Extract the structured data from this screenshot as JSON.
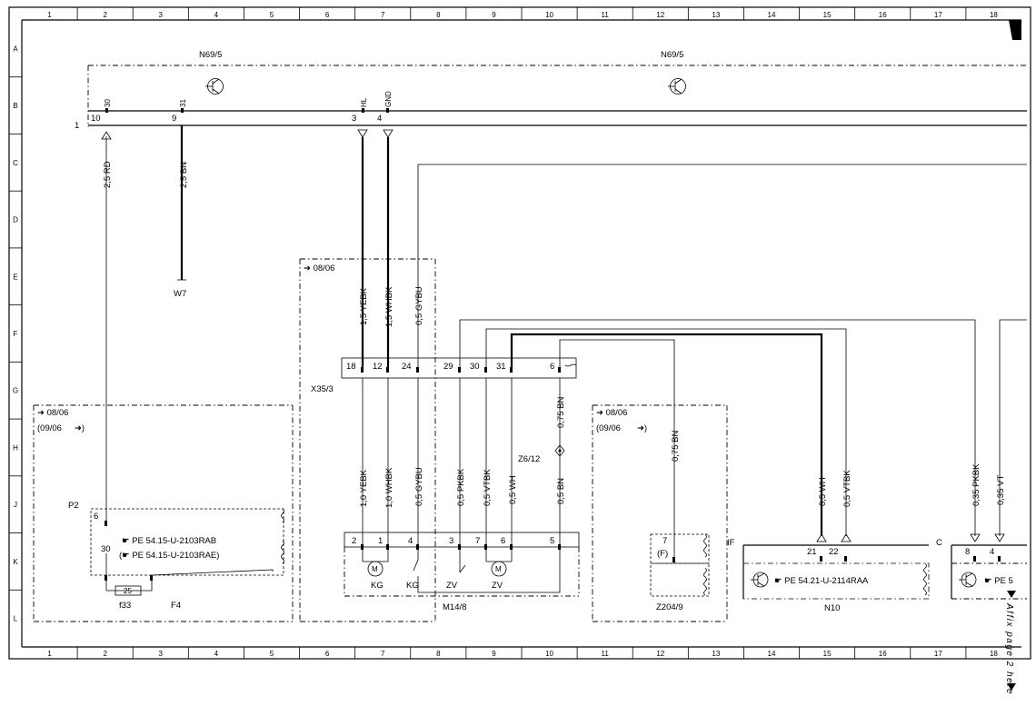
{
  "grid": {
    "columns": [
      "1",
      "2",
      "3",
      "4",
      "5",
      "6",
      "7",
      "8",
      "9",
      "10",
      "11",
      "12",
      "13",
      "14",
      "15",
      "16",
      "17",
      "18"
    ],
    "rows": [
      "A",
      "B",
      "C",
      "D",
      "E",
      "F",
      "G",
      "H",
      "J",
      "K",
      "L"
    ]
  },
  "components": {
    "n69_left": "N69/5",
    "n69_right": "N69/5",
    "w7": "W7",
    "x35": "X35/3",
    "p2": "P2",
    "f33": "f33",
    "f4": "F4",
    "m14": "M14/8",
    "z6": "Z6/12",
    "z204": "Z204/9",
    "n10": "N10",
    "n10_if": "IF",
    "n10_c": "C",
    "line_1": "1"
  },
  "n69_pins": [
    {
      "name": "30",
      "num": "10"
    },
    {
      "name": "31",
      "num": "9"
    },
    {
      "name": "HL",
      "num": "3"
    },
    {
      "name": "GND",
      "num": "4"
    }
  ],
  "wires": {
    "rd": "2,5 RD",
    "bn": "2,5 BN",
    "yebk15": "1,5 YEBK",
    "whbk15": "1,5 WHBK",
    "gybu05a": "0,5 GYBU",
    "yebk10": "1,0 YEBK",
    "whbk10": "1,0 WHBK",
    "gybu05b": "0,5 GYBU",
    "pkbk": "0,5 PKBK",
    "vtbk": "0,5 VTBK",
    "wh": "0,5 WH",
    "bn075a": "0,75 BN",
    "bn05": "0,5 BN",
    "bn075b": "0,75 BN",
    "n10wh": "0,5 WH",
    "n10vtbk": "0,5 VTBK",
    "pkbk035": "0,35 PKBK",
    "vt035": "0,35 VT"
  },
  "x35_pins": [
    "18",
    "12",
    "24",
    "29",
    "30",
    "31",
    "6"
  ],
  "m14_pins": [
    "2",
    "1",
    "4",
    "3",
    "7",
    "6",
    "5"
  ],
  "m14_labels": {
    "kg1": "KG",
    "kg2": "KG",
    "zv1": "ZV",
    "zv2": "ZV",
    "motor": "M"
  },
  "p2_pins": {
    "top": "6",
    "mid": "30",
    "fuse": "25"
  },
  "z204_pins": {
    "num": "7",
    "sub": "(F)"
  },
  "n10_pins": [
    "21",
    "22"
  ],
  "right_pins": [
    "8",
    "4"
  ],
  "version_notes": {
    "x35_from": "08/06",
    "p2_from": "08/06",
    "p2_until": "(09/06",
    "z204_from": "08/06",
    "z204_until": "(09/06"
  },
  "references": {
    "p2_a": "PE 54.15-U-2103RAB",
    "p2_b": "PE 54.15-U-2103RAE)",
    "p2_b_paren": "(",
    "n10": "PE 54.21-U-2114RAA",
    "right": "PE 5"
  },
  "affix_note": "Affix page 2 here"
}
